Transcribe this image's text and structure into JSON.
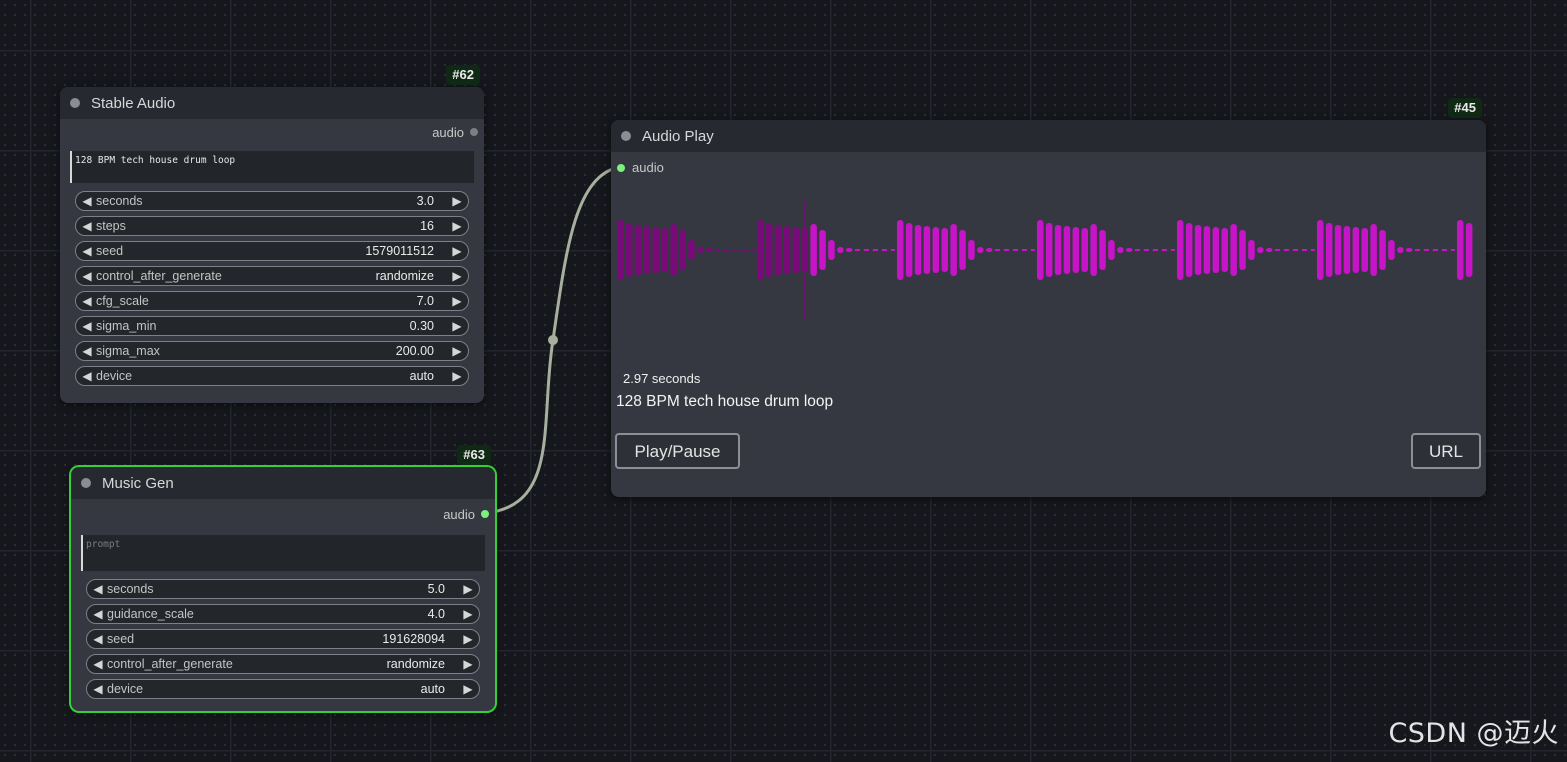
{
  "nodes": {
    "stable_audio": {
      "id": "#62",
      "title": "Stable Audio",
      "output_label": "audio",
      "prompt_text": "128 BPM tech house drum loop",
      "widgets": [
        {
          "label": "seconds",
          "value": "3.0"
        },
        {
          "label": "steps",
          "value": "16"
        },
        {
          "label": "seed",
          "value": "1579011512"
        },
        {
          "label": "control_after_generate",
          "value": "randomize"
        },
        {
          "label": "cfg_scale",
          "value": "7.0"
        },
        {
          "label": "sigma_min",
          "value": "0.30"
        },
        {
          "label": "sigma_max",
          "value": "200.00"
        },
        {
          "label": "device",
          "value": "auto"
        }
      ]
    },
    "music_gen": {
      "id": "#63",
      "title": "Music Gen",
      "output_label": "audio",
      "prompt_placeholder": "prompt",
      "widgets": [
        {
          "label": "seconds",
          "value": "5.0"
        },
        {
          "label": "guidance_scale",
          "value": "4.0"
        },
        {
          "label": "seed",
          "value": "191628094"
        },
        {
          "label": "control_after_generate",
          "value": "randomize"
        },
        {
          "label": "device",
          "value": "auto"
        }
      ]
    },
    "audio_play": {
      "id": "#45",
      "title": "Audio Play",
      "input_label": "audio",
      "duration_text": "2.97 seconds",
      "caption": "128 BPM tech house drum loop",
      "play_button": "Play/Pause",
      "url_button": "URL",
      "waveform": {
        "played_color": "#7a0a7a",
        "unplayed_color": "#c814c8",
        "playhead_fraction": 0.22
      }
    }
  },
  "colors": {
    "link": "#a7b09e",
    "selected_outline": "#35d035",
    "connected_slot": "#7cf07c"
  },
  "watermark": "CSDN @迈火"
}
